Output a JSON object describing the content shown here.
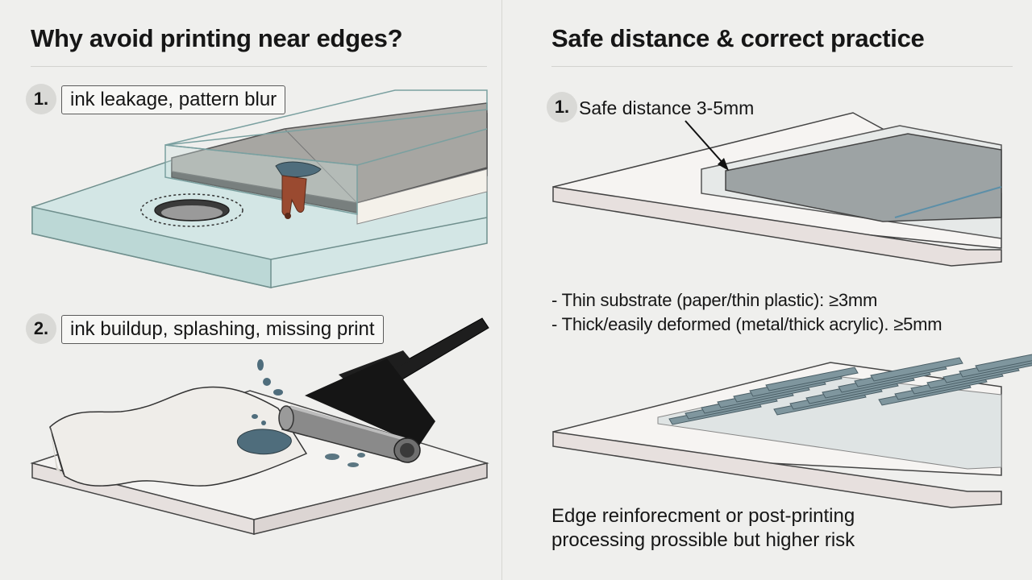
{
  "left": {
    "title": "Why avoid printing near edges?",
    "items": [
      {
        "number": "1.",
        "label": "ink leakage, pattern blur"
      },
      {
        "number": "2.",
        "label": "ink buildup, splashing, missing print"
      }
    ]
  },
  "right": {
    "title": "Safe distance & correct practice",
    "callout": {
      "number": "1.",
      "label": "Safe distance 3-5mm"
    },
    "bullets": [
      "- Thin substrate (paper/thin plastic): ≥3mm",
      "- Thick/easily deformed (metal/thick acrylic). ≥5mm"
    ],
    "note_lines": [
      "Edge reinforecment or post-printing",
      "processing prossible but higher risk"
    ]
  },
  "colors": {
    "background": "#efefed",
    "glass": "#cfe3e2",
    "ink": "#4c6a7a",
    "rust": "#9a4a30",
    "board": "#eae4e2",
    "screen": "#8f9596"
  }
}
